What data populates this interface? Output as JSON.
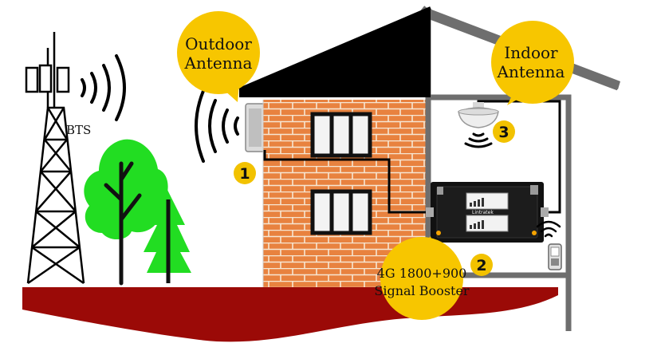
{
  "labels": {
    "bts": "BTS",
    "outdoor_antenna_line1": "Outdoor",
    "outdoor_antenna_line2": "Antenna",
    "indoor_antenna_line1": "Indoor",
    "indoor_antenna_line2": "Antenna",
    "booster_line1": "4G 1800+900",
    "booster_line2": "Signal Booster",
    "booster_brand": "Lintratek"
  },
  "steps": [
    "1",
    "2",
    "3"
  ],
  "colors": {
    "bubble": "#f7c600",
    "step_badge": "#f2c200",
    "brick": "#e8823f",
    "mortar": "#f6e6d2",
    "ground": "#9b0a07",
    "roof": "#000000",
    "tree": "#22dd22",
    "trunk": "#111111",
    "house_outline": "#6e6e6e"
  }
}
